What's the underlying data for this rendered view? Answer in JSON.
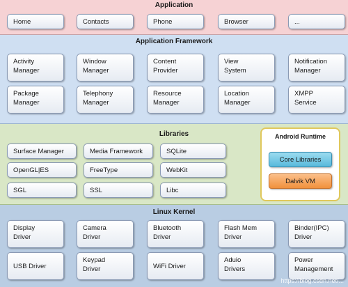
{
  "application": {
    "title": "Application",
    "apps": [
      "Home",
      "Contacts",
      "Phone",
      "Browser",
      "..."
    ]
  },
  "framework": {
    "title": "Application Framework",
    "rows": [
      [
        [
          "Activity",
          "Manager"
        ],
        [
          "Window",
          "Manager"
        ],
        [
          "Content",
          "Provider"
        ],
        [
          "View",
          "System"
        ],
        [
          "Notification",
          "Manager"
        ]
      ],
      [
        [
          "Package",
          "Manager"
        ],
        [
          "Telephony",
          "Manager"
        ],
        [
          "Resource",
          "Manager"
        ],
        [
          "Location",
          "Manager"
        ],
        [
          "XMPP",
          "Service"
        ]
      ]
    ]
  },
  "libraries": {
    "title": "Libraries",
    "rows": [
      [
        "Surface Manager",
        "Media Framework",
        "SQLite"
      ],
      [
        "OpenGL|ES",
        "FreeType",
        "WebKit"
      ],
      [
        "SGL",
        "SSL",
        "Libc"
      ]
    ]
  },
  "runtime": {
    "title": "Android Runtime",
    "core": "Core Libraries",
    "vm": "Dalvik VM",
    "colors": {
      "core": "#58b9dc",
      "vm": "#f1913c"
    }
  },
  "kernel": {
    "title": "Linux Kernel",
    "rows": [
      [
        [
          "Display",
          "Driver"
        ],
        [
          "Camera",
          "Driver"
        ],
        [
          "Bluetooth",
          "Driver"
        ],
        [
          "Flash Mem",
          "Driver"
        ],
        [
          "Binder(IPC)",
          "Driver"
        ]
      ],
      [
        [
          "USB Driver"
        ],
        [
          "Keypad",
          "Driver"
        ],
        [
          "WiFi Driver"
        ],
        [
          "Aduio",
          "Drivers"
        ],
        [
          "Power",
          "Management"
        ]
      ]
    ]
  },
  "watermark": "https://blog.csdn.net/..."
}
